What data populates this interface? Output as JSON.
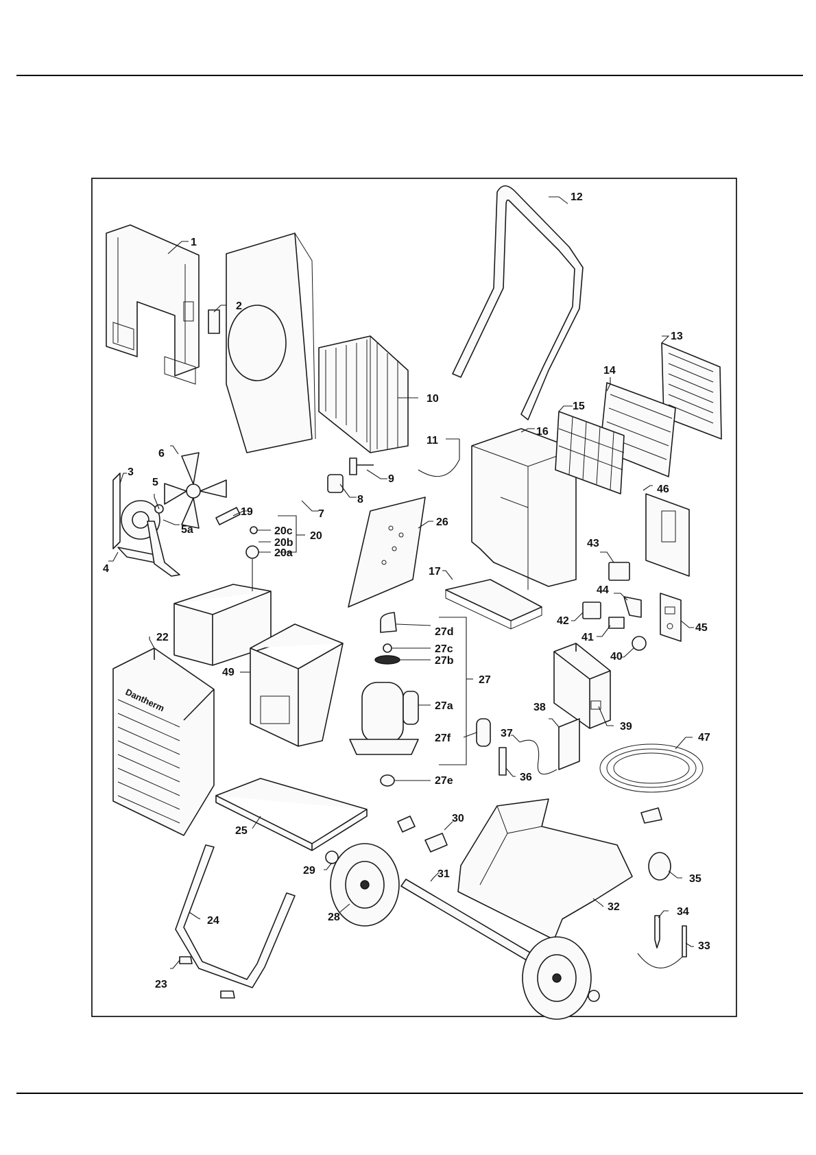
{
  "brand": "Dantherm",
  "callouts": {
    "c1": "1",
    "c2": "2",
    "c3": "3",
    "c4": "4",
    "c5": "5",
    "c5a": "5a",
    "c6": "6",
    "c7": "7",
    "c8": "8",
    "c9": "9",
    "c10": "10",
    "c11": "11",
    "c12": "12",
    "c13": "13",
    "c14": "14",
    "c15": "15",
    "c16": "16",
    "c17": "17",
    "c19": "19",
    "c20": "20",
    "c20a": "20a",
    "c20b": "20b",
    "c20c": "20c",
    "c22": "22",
    "c23": "23",
    "c24": "24",
    "c25": "25",
    "c26": "26",
    "c27": "27",
    "c27a": "27a",
    "c27b": "27b",
    "c27c": "27c",
    "c27d": "27d",
    "c27e": "27e",
    "c27f": "27f",
    "c28": "28",
    "c29": "29",
    "c30": "30",
    "c31": "31",
    "c32": "32",
    "c33": "33",
    "c34": "34",
    "c35": "35",
    "c36": "36",
    "c37": "37",
    "c38": "38",
    "c39": "39",
    "c40": "40",
    "c41": "41",
    "c42": "42",
    "c43": "43",
    "c44": "44",
    "c45": "45",
    "c46": "46",
    "c47": "47",
    "c49": "49"
  }
}
